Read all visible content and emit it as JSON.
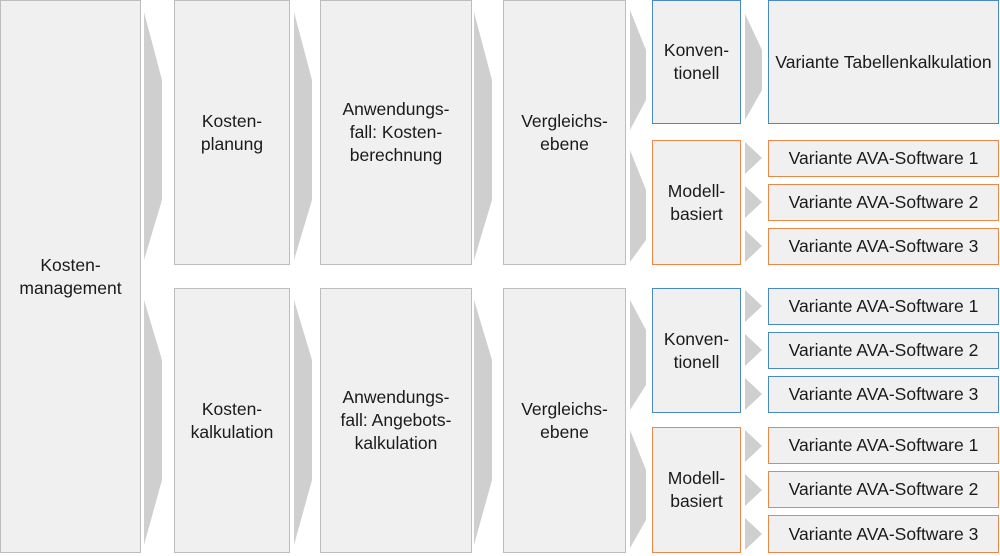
{
  "level1": {
    "label": "Kosten-\nmanagement"
  },
  "branches": [
    {
      "phase": "Kosten-\nplanung",
      "usecase": "Anwendungs-\nfall: Kosten-\nberechnung",
      "comparison": "Vergleichs-\nebene",
      "groups": [
        {
          "label": "Konven-\ntionell",
          "color": "#4a8ac4",
          "variants": [
            "Variante\nTabellenkalkulation"
          ]
        },
        {
          "label": "Modell-\nbasiert",
          "color": "#e8894a",
          "variants": [
            "Variante AVA-Software 1",
            "Variante AVA-Software 2",
            "Variante AVA-Software 3"
          ]
        }
      ]
    },
    {
      "phase": "Kosten-\nkalkulation",
      "usecase": "Anwendungs-\nfall: Angebots-\nkalkulation",
      "comparison": "Vergleichs-\nebene",
      "groups": [
        {
          "label": "Konven-\ntionell",
          "color": "#4a8ac4",
          "variants": [
            "Variante AVA-Software 1",
            "Variante AVA-Software 2",
            "Variante AVA-Software 3"
          ]
        },
        {
          "label": "Modell-\nbasiert",
          "color": "#e8894a",
          "variants": [
            "Variante AVA-Software 1",
            "Variante AVA-Software 2",
            "Variante AVA-Software 3"
          ]
        }
      ]
    }
  ]
}
